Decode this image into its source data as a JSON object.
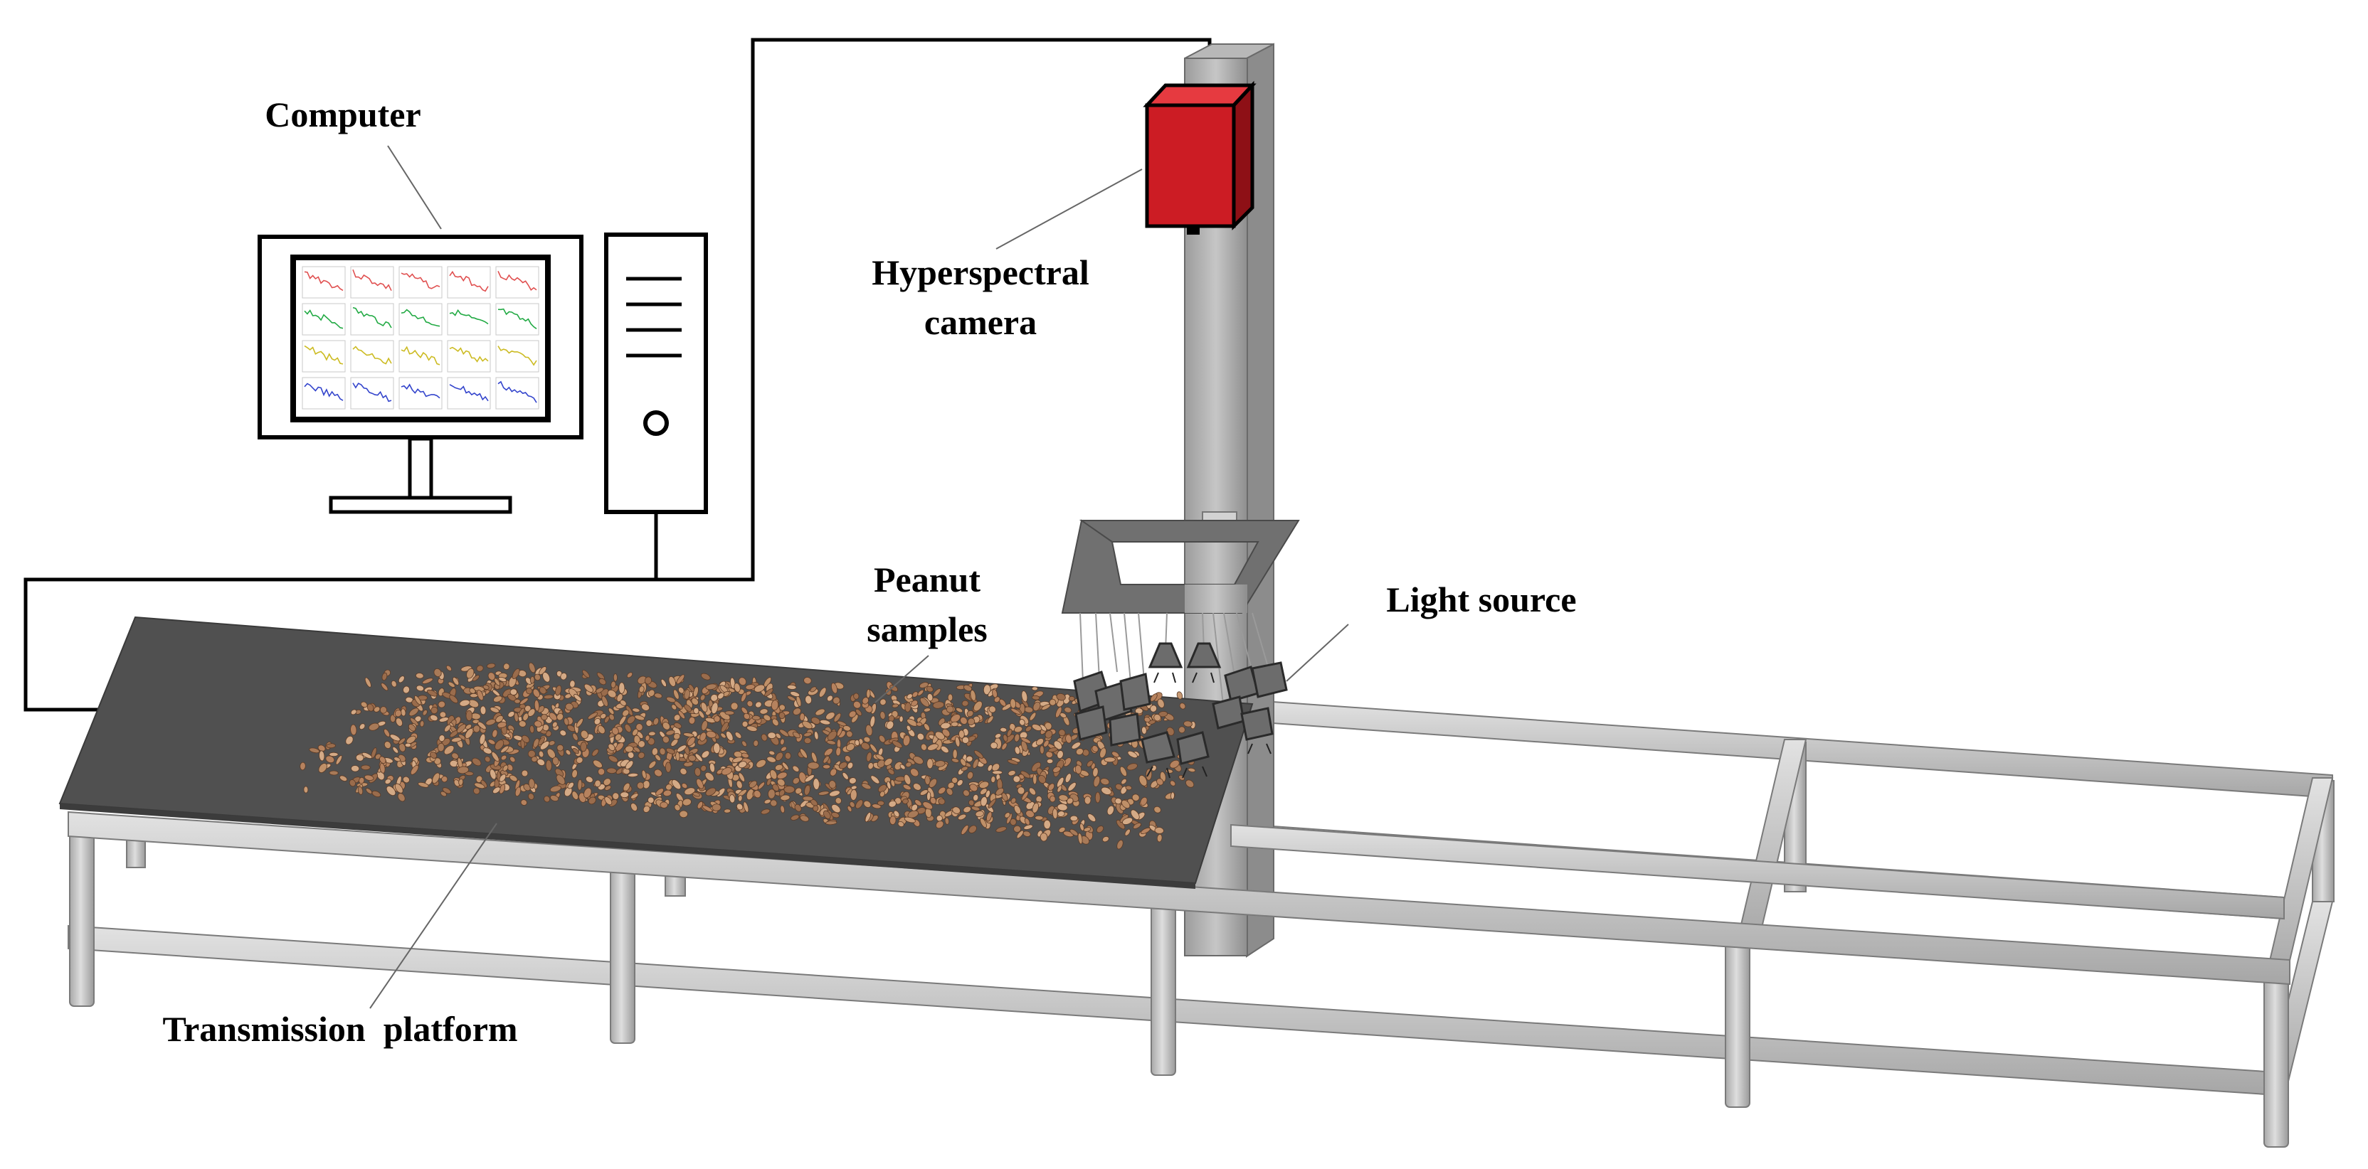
{
  "labels": {
    "computer": "Computer",
    "camera_line1": "Hyperspectral",
    "camera_line2": "camera",
    "peanut_line1": "Peanut",
    "peanut_line2": "samples",
    "light_source": "Light source",
    "platform": "Transmission  platform"
  },
  "colors": {
    "camera_red": "#cc1c24",
    "belt_dark": "#505050",
    "frame_gray": "#c4c4c4",
    "peanut_brown": "#a87a58",
    "trace_red": "#e05050",
    "trace_green": "#22aa44",
    "trace_yellow": "#ccbb22",
    "trace_blue": "#3344cc"
  }
}
